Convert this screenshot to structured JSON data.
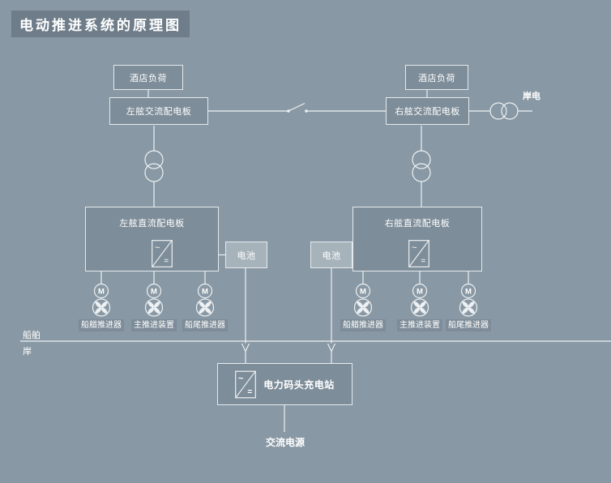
{
  "title": "电动推进系统的原理图",
  "colors": {
    "background": "#8898a4",
    "box_fill": "#7d8d99",
    "box_border": "#e6eaed",
    "title_bg": "#6e7d89",
    "battery_fill": "#a7b3bb",
    "chip_bg": "#7d8c98",
    "line": "#eef1f3",
    "text": "#ffffff"
  },
  "port": {
    "hotel_load": "酒店负荷",
    "ac_board": "左舷交流配电板",
    "dc_board": "左舷直流配电板",
    "battery": "电池",
    "thrusters": [
      "船艏推进器",
      "主推进装置",
      "船尾推进器"
    ]
  },
  "starboard": {
    "hotel_load": "酒店负荷",
    "ac_board": "右舷交流配电板",
    "dc_board": "右舷直流配电板",
    "battery": "电池",
    "thrusters": [
      "船艏推进器",
      "主推进装置",
      "船尾推进器"
    ]
  },
  "shore_power_label": "岸电",
  "boundary": {
    "ship": "船舶",
    "shore": "岸"
  },
  "charging_station_label": "电力码头充电站",
  "ac_source_label": "交流电源",
  "glyphs": {
    "motor": "M",
    "ac": "~",
    "dc": "="
  }
}
